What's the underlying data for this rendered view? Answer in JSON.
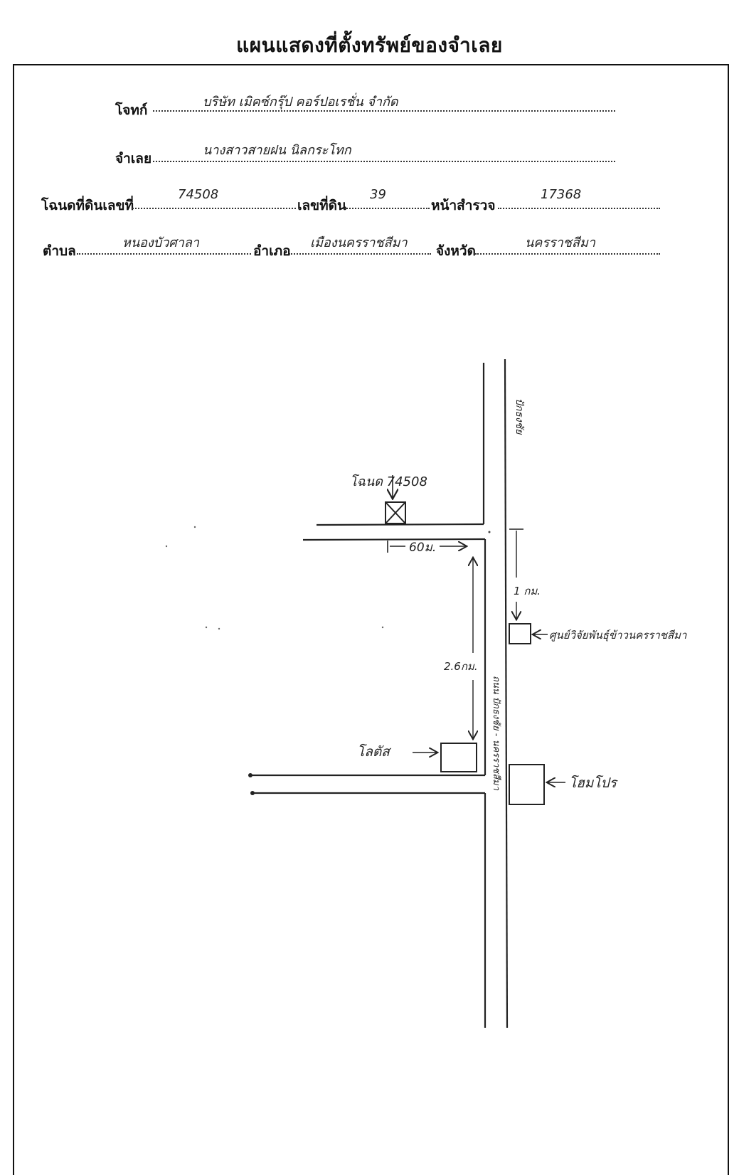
{
  "title": "แผนแสดงที่ตั้งทรัพย์ของจำเลย",
  "form": {
    "plaintiff_label": "โจทก์",
    "plaintiff_value": "บริษัท เมิคซ์กรุ๊ป คอร์ปอเรชั่น จำกัด",
    "defendant_label": "จำเลย",
    "defendant_value": "นางสาวสายฝน นิลกระโทก",
    "deed_label": "โฉนดที่ดินเลขที่",
    "deed_value": "74508",
    "land_no_label": "เลขที่ดิน",
    "land_no_value": "39",
    "survey_label": "หน้าสำรวจ",
    "survey_value": "17368",
    "subdistrict_label": "ตำบล",
    "subdistrict_value": "หนองบัวศาลา",
    "district_label": "อำเภอ",
    "district_value": "เมืองนครราชสีมา",
    "province_label": "จังหวัด",
    "province_value": "นครราชสีมา"
  },
  "map": {
    "deed_marker_label": "โฉนด 74508",
    "dist_60m": "60ม.",
    "dist_1km": "1 กม.",
    "dist_26km": "2.6กม.",
    "road_upper": "ปักธงชัย",
    "road_lower": "ถนน ปักธงชัย - นครราชสีมา",
    "center_label": "ศูนย์วิจัยพันธุ์ข้าวนครราชสีมา",
    "lotus_label": "โลตัส",
    "homepro_label": "โฮมโปร"
  }
}
